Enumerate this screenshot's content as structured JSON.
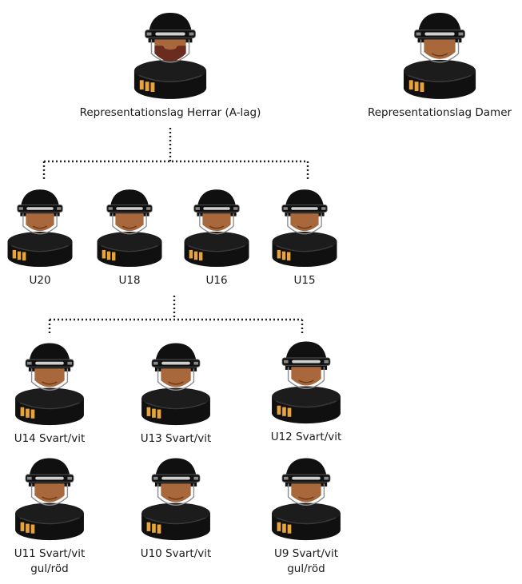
{
  "colors": {
    "black": "#101010",
    "skin": "#a8683c",
    "beard": "#6a2c1e",
    "stripe": "#e8a33a",
    "connector": "#222222"
  },
  "icon": "hockey-player-icon",
  "top": {
    "herrar": {
      "label": "Representationslag Herrar (A-lag)"
    },
    "damer": {
      "label": "Representationslag Damer"
    }
  },
  "juniors": [
    {
      "label": "U20"
    },
    {
      "label": "U18"
    },
    {
      "label": "U16"
    },
    {
      "label": "U15"
    }
  ],
  "youth": [
    {
      "label_line1": "U14 Svart/vit",
      "label_line2": ""
    },
    {
      "label_line1": "U13 Svart/vit",
      "label_line2": ""
    },
    {
      "label_line1": "U12 Svart/vit",
      "label_line2": ""
    },
    {
      "label_line1": "U11 Svart/vit",
      "label_line2": "gul/röd"
    },
    {
      "label_line1": "U10 Svart/vit",
      "label_line2": ""
    },
    {
      "label_line1": "U9 Svart/vit",
      "label_line2": "gul/röd"
    }
  ]
}
